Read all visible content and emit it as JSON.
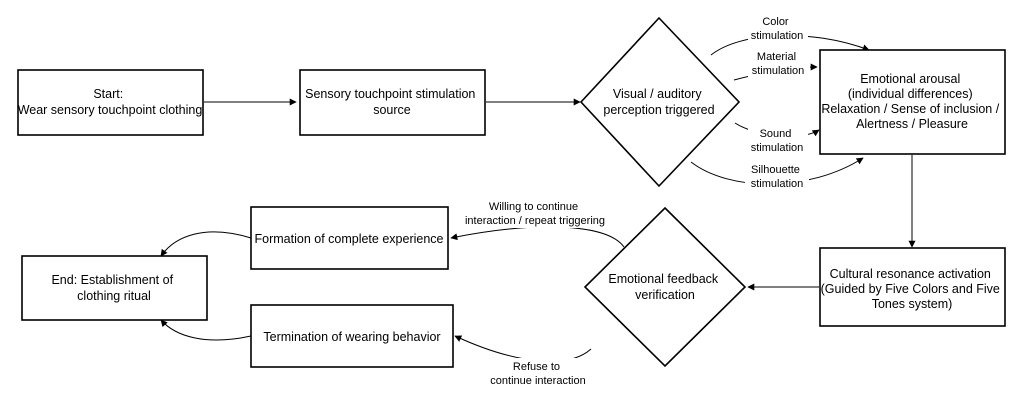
{
  "nodes": {
    "start": [
      "Start:",
      "Wear sensory touchpoint clothing"
    ],
    "source": [
      "Sensory touchpoint stimulation",
      "source"
    ],
    "perception": [
      "Visual / auditory",
      "perception triggered"
    ],
    "arousal": [
      "Emotional arousal",
      "(individual differences)",
      "Relaxation / Sense of inclusion /",
      "Alertness / Pleasure"
    ],
    "cultural": [
      "Cultural resonance activation",
      "(Guided by Five Colors and Five",
      "Tones system)"
    ],
    "feedback": [
      "Emotional feedback",
      "verification"
    ],
    "formation": [
      "Formation of complete experience"
    ],
    "termination": [
      "Termination of wearing behavior"
    ],
    "end": [
      "End: Establishment of",
      "clothing ritual"
    ]
  },
  "edges": {
    "color": [
      "Color",
      "stimulation"
    ],
    "material": [
      "Material",
      "stimulation"
    ],
    "sound": [
      "Sound",
      "stimulation"
    ],
    "silhouette": [
      "Silhouette",
      "stimulation"
    ],
    "willing": [
      "Willing to continue",
      "interaction / repeat triggering"
    ],
    "refuse": [
      "Refuse to",
      "continue interaction"
    ]
  }
}
